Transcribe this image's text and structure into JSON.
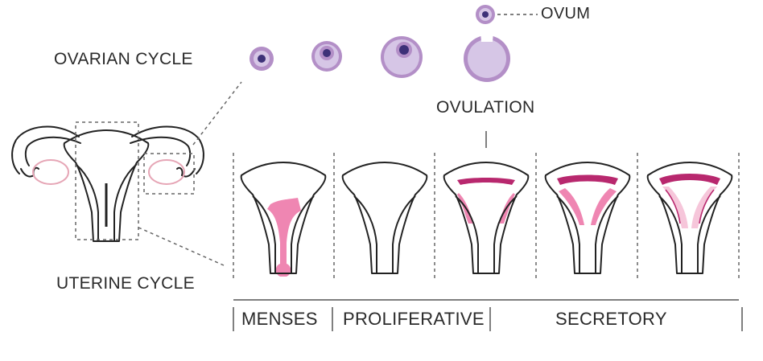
{
  "labels": {
    "ovarian_cycle": "OVARIAN CYCLE",
    "uterine_cycle": "UTERINE CYCLE",
    "ovum": "OVUM",
    "ovulation": "OVULATION"
  },
  "phases": [
    "MENSES",
    "PROLIFERATIVE",
    "SECRETORY"
  ],
  "follicle_stages": 4,
  "uterus_stages": 5,
  "colors": {
    "outline": "#222222",
    "follicle_outer": "#b38fc7",
    "follicle_inner": "#d6c6e6",
    "follicle_nucleus": "#3d3178",
    "endometrium": "#ef86b2",
    "endometrium_light": "#f6c6da",
    "endometrium_dark": "#b8286e",
    "ovary": "#e6a6b6",
    "guide_line": "#666666"
  }
}
